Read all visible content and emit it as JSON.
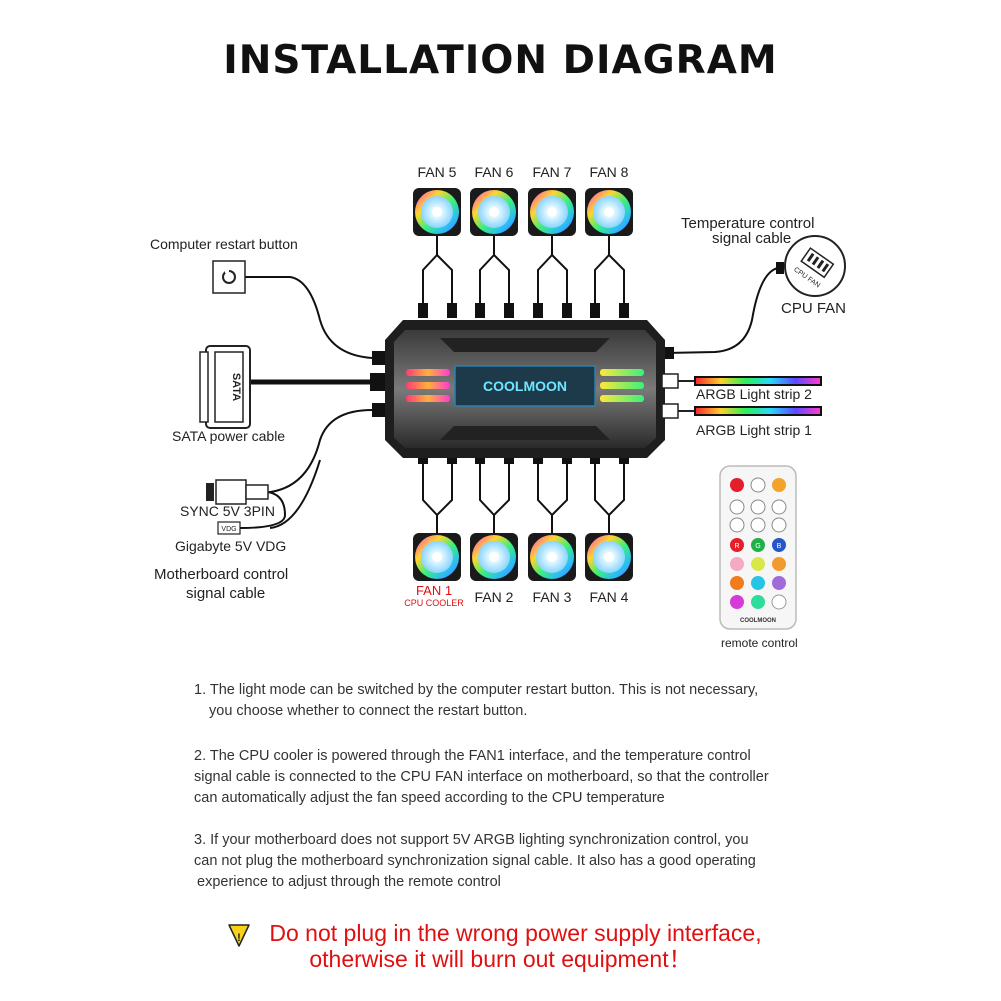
{
  "title": "INSTALLATION DIAGRAM",
  "fans_top": [
    "FAN 5",
    "FAN 6",
    "FAN 7",
    "FAN 8"
  ],
  "fans_bottom": {
    "fan1": "FAN 1",
    "fan1_sub": "CPU COOLER",
    "others": [
      "FAN 2",
      "FAN 3",
      "FAN 4"
    ]
  },
  "hub_brand": "COOLMOON",
  "left_labels": {
    "restart": "Computer restart button",
    "sata": "SATA power cable",
    "sata_connector": "SATA",
    "sync": "SYNC 5V 3PIN",
    "gigabyte": "Gigabyte 5V VDG",
    "vdg_tag": "VDG",
    "motherboard_line1": "Motherboard control",
    "motherboard_line2": "signal cable"
  },
  "right_labels": {
    "temp_line1": "Temperature control",
    "temp_line2": "signal cable",
    "cpu_fan_icon_text": "CPU FAN",
    "cpu_fan": "CPU FAN",
    "strip2": "ARGB Light strip 2",
    "strip1": "ARGB Light strip 1",
    "remote": "remote control",
    "remote_brand": "COOLMOON"
  },
  "remote_buttons": {
    "rgb": [
      "R",
      "G",
      "B"
    ],
    "colors": [
      "#e41e2b",
      "#1fb04a",
      "#2656c8",
      "#f4a9c4",
      "#d8e84a",
      "#f29a2e",
      "#f07c1c",
      "#27c4e6",
      "#a06ad8",
      "#d63ad8",
      "#2fdc9c",
      "#ffffff"
    ]
  },
  "notes": [
    {
      "line1": "1. The light mode can be switched by the computer restart button. This is not necessary,",
      "line2": "you choose whether to connect the restart button."
    },
    {
      "line1": "2. The CPU cooler is powered through the FAN1 interface, and the temperature control",
      "line2": "signal cable is connected to the CPU FAN interface on motherboard, so that the controller",
      "line3": "can automatically adjust the fan speed according to the CPU temperature"
    },
    {
      "line1": "3. If your motherboard does not support 5V ARGB lighting synchronization control, you",
      "line2": "can not plug the motherboard synchronization signal cable. It also has a good operating",
      "line3": "experience to adjust through the remote control"
    }
  ],
  "warning": {
    "line1": "Do not plug in the wrong power supply interface,",
    "line2": "otherwise it will burn out equipment！"
  },
  "accent_red": "#e01010"
}
